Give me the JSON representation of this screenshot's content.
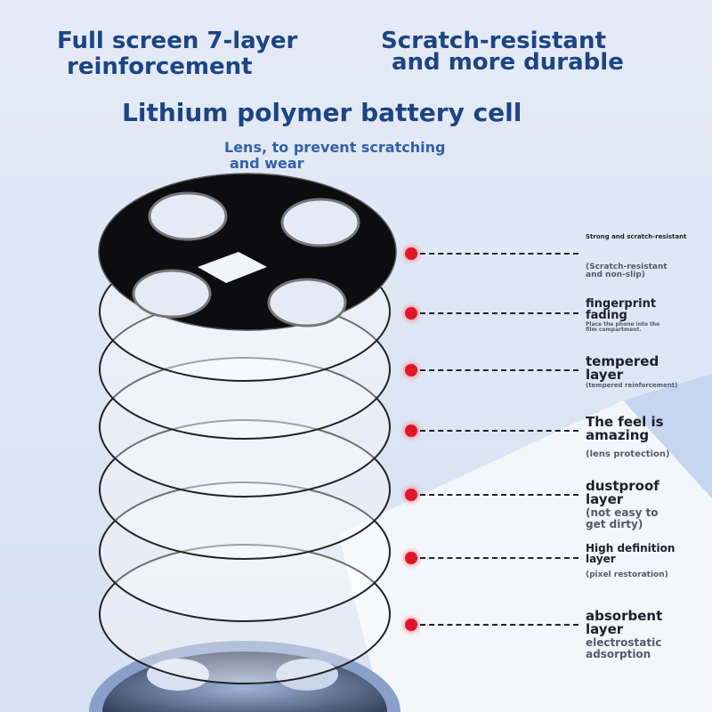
{
  "headline": {
    "left_line1": "Full screen 7-layer",
    "left_line2": "reinforcement",
    "right_line1": "Scratch-resistant",
    "right_line2": "and more durable",
    "center": "Lithium polymer battery cell",
    "sub_line1": "Lens, to prevent scratching",
    "sub_line2": "and wear"
  },
  "layers": [
    {
      "title": [
        "Strong and scratch-resistant"
      ],
      "note": [
        "(Scratch-resistant",
        " and non-slip)"
      ]
    },
    {
      "title": [
        "fingerprint",
        " fading"
      ],
      "note": [
        "Place the phone into the",
        " film compartment."
      ]
    },
    {
      "title": [
        "tempered",
        " layer"
      ],
      "note": [
        "(tempered reinforcement)"
      ]
    },
    {
      "title": [
        "The feel is",
        " amazing"
      ],
      "note": [
        "(lens protection)"
      ]
    },
    {
      "title": [
        "dustproof",
        " layer"
      ],
      "note": [
        "(not easy to",
        " get dirty)"
      ]
    },
    {
      "title": [
        "High definition",
        " layer"
      ],
      "note": [
        "(pixel restoration)"
      ]
    },
    {
      "title": [
        "absorbent",
        " layer"
      ],
      "note": [
        "electrostatic",
        " adsorption"
      ]
    }
  ],
  "colors": {
    "title": "#1d4484",
    "subtitle": "#3560a8",
    "dot": "#e0162b"
  }
}
